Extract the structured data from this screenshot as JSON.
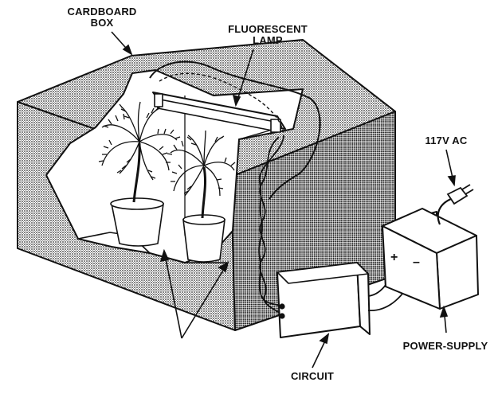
{
  "labels": {
    "cardboard_line1": "CARDBOARD",
    "cardboard_line2": "BOX",
    "lamp_line1": "FLUORESCENT",
    "lamp_line2": "LAMP",
    "ac": "117V AC",
    "power_supply": "POWER-SUPPLY",
    "circuit": "CIRCUIT",
    "plus": "+",
    "minus": "–"
  },
  "colors": {
    "ink": "#111111",
    "shade": "#b9b9b9",
    "paper": "#ffffff"
  }
}
